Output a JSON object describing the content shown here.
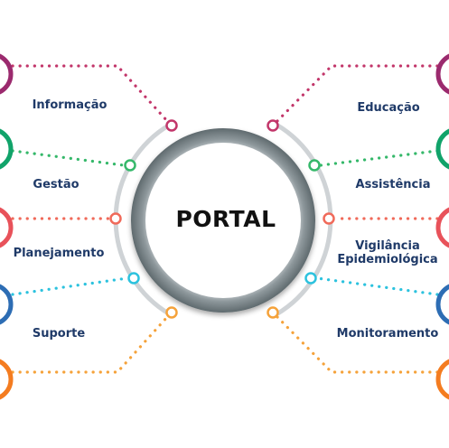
{
  "center": {
    "title": "PORTAL"
  },
  "left_items": [
    {
      "label": "Informação",
      "color": "#c2366a"
    },
    {
      "label": "Gestão",
      "color": "#35b86a"
    },
    {
      "label": "Planejamento",
      "color": "#f06a5a"
    },
    {
      "label": "Suporte",
      "color": "#2cc2de"
    },
    {
      "label": "",
      "color": "#f5a23a"
    }
  ],
  "right_items": [
    {
      "label": "Educação",
      "color": "#c2366a"
    },
    {
      "label": "Assistência",
      "color": "#35b86a"
    },
    {
      "label": "Vigilância\nEpidemiológica",
      "color": "#f06a5a"
    },
    {
      "label": "Monitoramento",
      "color": "#2cc2de"
    },
    {
      "label": "",
      "color": "#f5a23a"
    }
  ],
  "edge_circle_colors": {
    "left": [
      "#9b2a6e",
      "#11a36a",
      "#e8525a",
      "#2d6db4",
      "#f47c20"
    ],
    "right": [
      "#9b2a6e",
      "#11a36a",
      "#e8525a",
      "#2d6db4",
      "#f47c20"
    ]
  }
}
